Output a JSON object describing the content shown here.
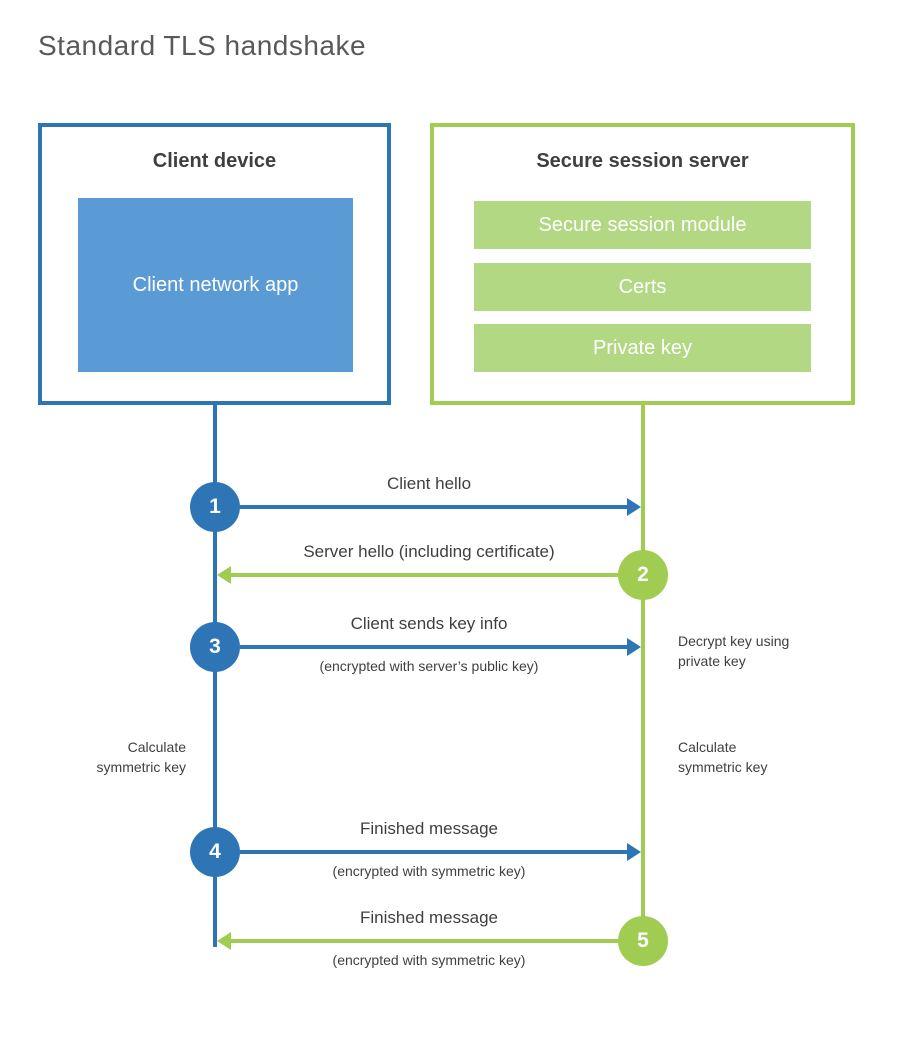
{
  "title": "Standard TLS handshake",
  "colors": {
    "blue": "#2e75b6",
    "light_blue": "#5b9bd5",
    "green": "#a0cc52",
    "light_green": "#b3d884",
    "text": "#3f3f3f",
    "title_text": "#595959"
  },
  "client": {
    "title": "Client device",
    "module": "Client network app"
  },
  "server": {
    "title": "Secure session server",
    "modules": [
      "Secure session module",
      "Certs",
      "Private key"
    ]
  },
  "steps": [
    {
      "number": "1",
      "direction": "client-to-server",
      "label": "Client hello",
      "sublabel": ""
    },
    {
      "number": "2",
      "direction": "server-to-client",
      "label": "Server hello (including certificate)",
      "sublabel": ""
    },
    {
      "number": "3",
      "direction": "client-to-server",
      "label": "Client sends key info",
      "sublabel": "(encrypted with server’s public key)"
    },
    {
      "number": "4",
      "direction": "client-to-server",
      "label": "Finished message",
      "sublabel": "(encrypted with symmetric key)"
    },
    {
      "number": "5",
      "direction": "server-to-client",
      "label": "Finished message",
      "sublabel": "(encrypted with symmetric key)"
    }
  ],
  "annotations": [
    {
      "side": "right",
      "text": "Decrypt key using\nprivate key"
    },
    {
      "side": "left",
      "text": "Calculate\nsymmetric key"
    },
    {
      "side": "right",
      "text": "Calculate\nsymmetric key"
    }
  ]
}
